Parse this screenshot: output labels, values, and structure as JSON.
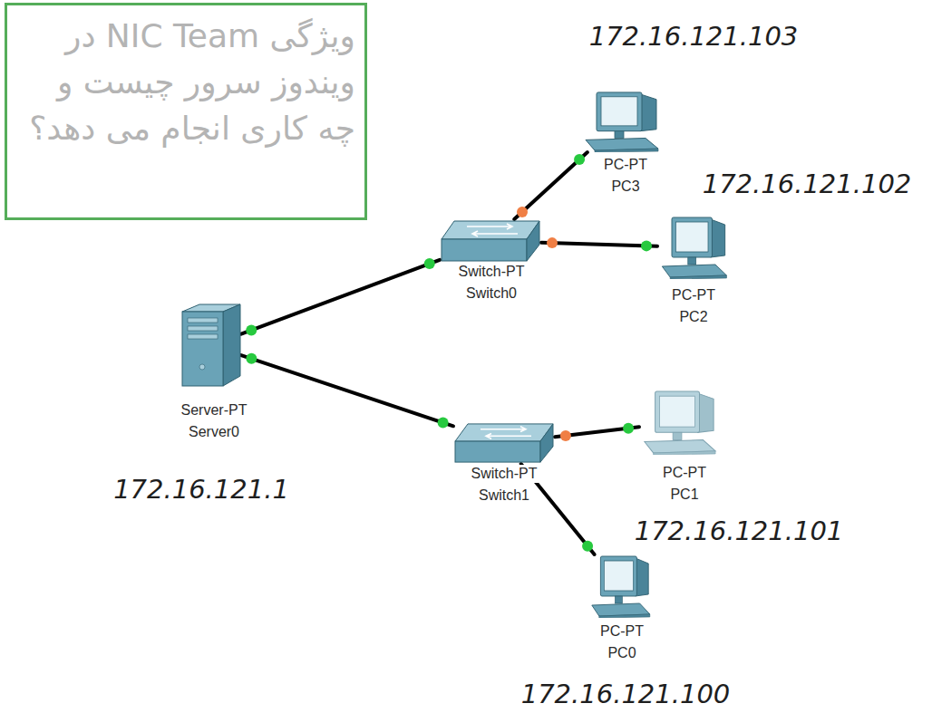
{
  "diagram": {
    "nodes": [
      {
        "text": [
          "ویژگی NIC Team در ویندوز سرور چیست و چه کاری انجام می دهد؟"
        ]
      },
      {
        "text": [
          "Server-PT",
          "Server0",
          "172.16.121.1"
        ]
      },
      {
        "text": [
          "Switch-PT",
          "Switch0"
        ]
      },
      {
        "text": [
          "PC-PT",
          "PC3",
          "172.16.121.103"
        ]
      },
      {
        "text": [
          "PC-PT",
          "PC2",
          "172.16.121.102"
        ]
      },
      {
        "text": [
          "Switch-PT",
          "Switch1"
        ]
      },
      {
        "text": [
          "PC-PT",
          "PC1",
          "172.16.121.101"
        ]
      },
      {
        "text": [
          "PC-PT",
          "PC0",
          "172.16.121.100"
        ]
      }
    ],
    "edges": [
      {
        "from": 1,
        "to": 2,
        "arrow": "none"
      },
      {
        "from": 1,
        "to": 5,
        "arrow": "none"
      },
      {
        "from": 2,
        "to": 3,
        "arrow": "none"
      },
      {
        "from": 2,
        "to": 4,
        "arrow": "none"
      },
      {
        "from": 5,
        "to": 6,
        "arrow": "none"
      },
      {
        "from": 5,
        "to": 7,
        "arrow": "none"
      }
    ]
  }
}
